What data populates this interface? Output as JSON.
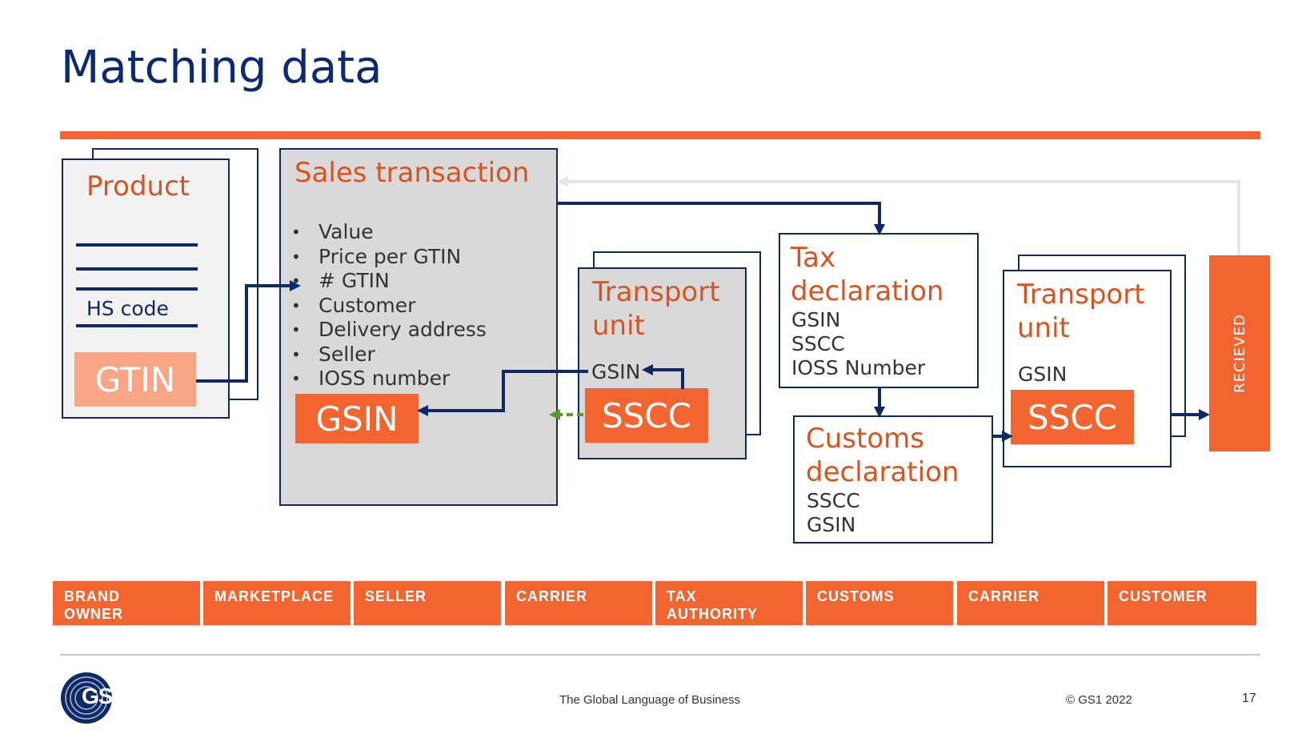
{
  "title": "Matching data",
  "product": {
    "title": "Product",
    "hs_label": "HS code",
    "gtin": "GTIN"
  },
  "sales": {
    "title": "Sales transaction",
    "bullets": [
      "Value",
      "Price per GTIN",
      "# GTIN",
      "Customer",
      "Delivery address",
      "Seller",
      "IOSS number"
    ],
    "gsin": "GSIN"
  },
  "transport1": {
    "title_line1": "Transport",
    "title_line2": "unit",
    "gsin": "GSIN",
    "sscc": "SSCC"
  },
  "tax": {
    "title_line1": "Tax",
    "title_line2": "declaration",
    "items": [
      "GSIN",
      "SSCC",
      "IOSS Number"
    ]
  },
  "customs": {
    "title_line1": "Customs",
    "title_line2": "declaration",
    "items": [
      "SSCC",
      "GSIN"
    ]
  },
  "transport2": {
    "title_line1": "Transport",
    "title_line2": "unit",
    "gsin": "GSIN",
    "sscc": "SSCC"
  },
  "received": "RECIEVED",
  "actors": [
    "BRAND\nOWNER",
    "MARKETPLACE",
    "SELLER",
    "CARRIER",
    "TAX\nAUTHORITY",
    "CUSTOMS",
    "CARRIER",
    "CUSTOMER"
  ],
  "footer": {
    "logo_text": "GS1",
    "tagline": "The Global Language of Business",
    "copyright": "© GS1 2022",
    "page": "17"
  },
  "colors": {
    "navy": "#0d2a66",
    "orange": "#f26531",
    "light_orange": "#f7a584",
    "green_arrow": "#5b9a2a",
    "grey_arrow": "#e6e6e6"
  }
}
